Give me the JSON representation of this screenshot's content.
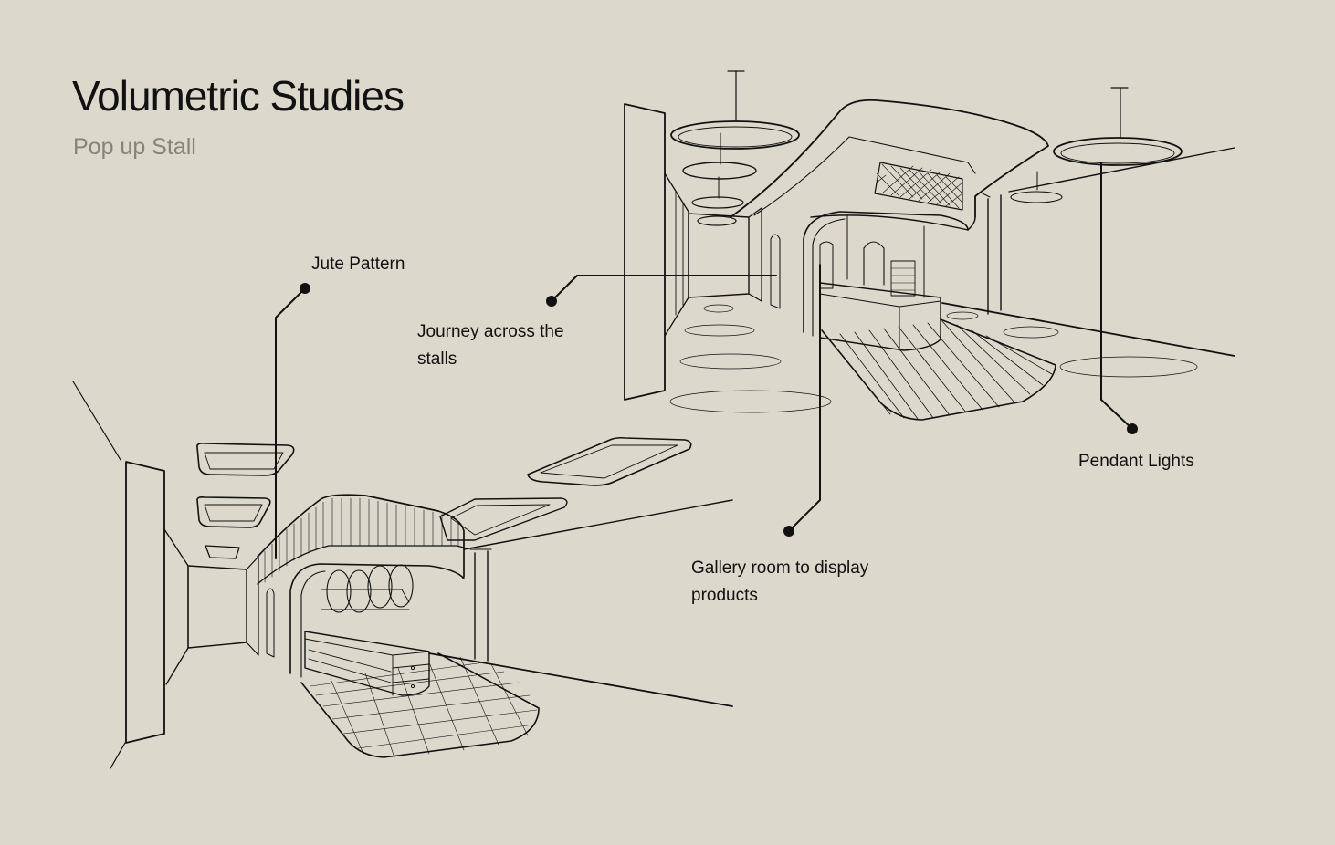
{
  "header": {
    "title": "Volumetric Studies",
    "subtitle": "Pop up Stall"
  },
  "annotations": {
    "jute_pattern": "Jute Pattern",
    "journey_line1": "Journey across the",
    "journey_line2": "stalls",
    "pendant_lights": "Pendant Lights",
    "gallery_line1": "Gallery room to display",
    "gallery_line2": "products"
  },
  "colors": {
    "background": "#dcd8cc",
    "ink": "#111111",
    "subtitle": "#888378"
  }
}
